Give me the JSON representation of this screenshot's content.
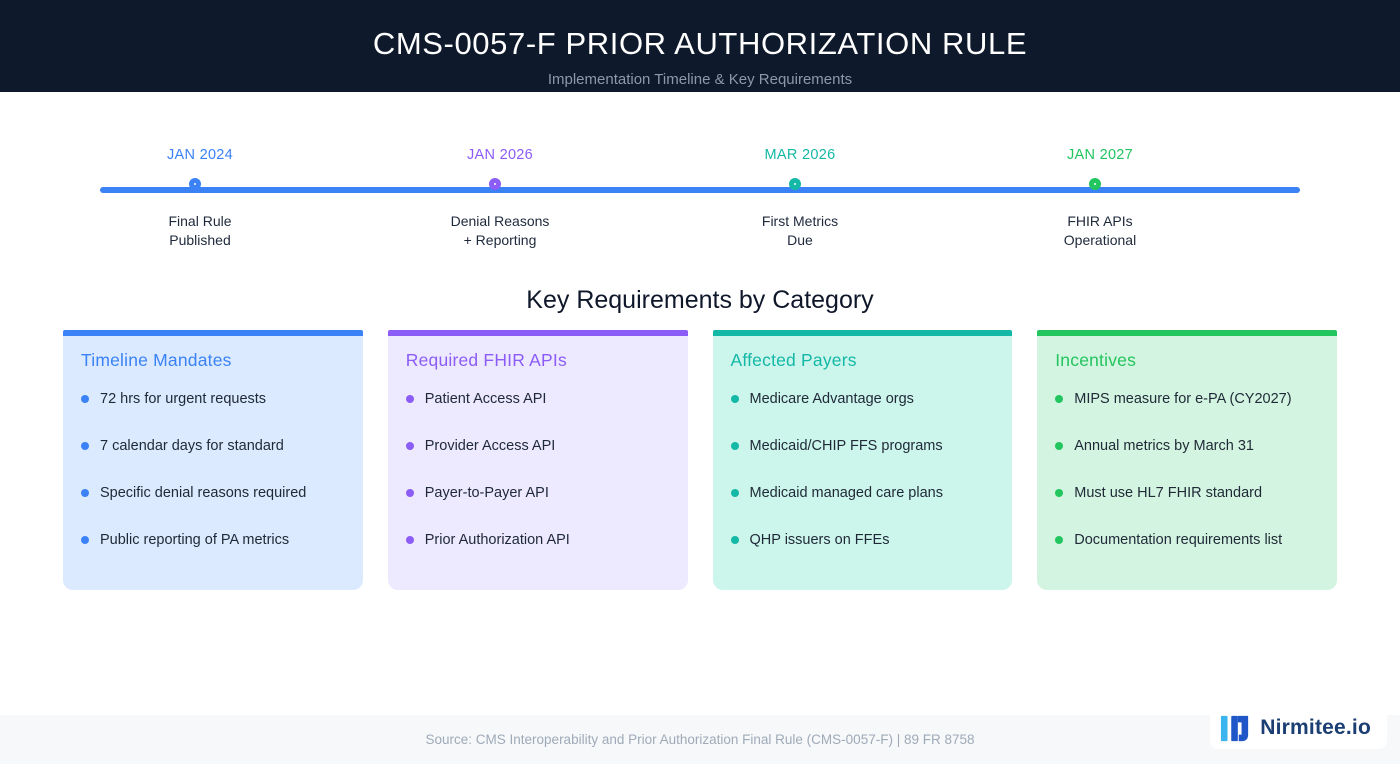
{
  "header": {
    "title": "CMS-0057-F PRIOR AUTHORIZATION RULE",
    "subtitle": "Implementation Timeline & Key Requirements",
    "bg_color": "#0e1a2b"
  },
  "timeline": {
    "line_color": "#3b82f6",
    "milestones": [
      {
        "date": "JAN 2024",
        "label": "Final Rule\nPublished",
        "color": "#3b82f6"
      },
      {
        "date": "JAN 2026",
        "label": "Denial Reasons\n+ Reporting",
        "color": "#8b5cf6"
      },
      {
        "date": "MAR 2026",
        "label": "First Metrics\nDue",
        "color": "#14b8a6"
      },
      {
        "date": "JAN 2027",
        "label": "FHIR APIs\nOperational",
        "color": "#22c55e"
      }
    ]
  },
  "section": {
    "title": "Key Requirements by Category"
  },
  "cards": [
    {
      "title": "Timeline Mandates",
      "accent": "#3b82f6",
      "bg": "#dbeafe",
      "items": [
        "72 hrs for urgent requests",
        "7 calendar days for standard",
        "Specific denial reasons required",
        "Public reporting of PA metrics"
      ]
    },
    {
      "title": "Required FHIR APIs",
      "accent": "#8b5cf6",
      "bg": "#ede9fe",
      "items": [
        "Patient Access API",
        "Provider Access API",
        "Payer-to-Payer API",
        "Prior Authorization API"
      ]
    },
    {
      "title": "Affected Payers",
      "accent": "#14b8a6",
      "bg": "#ccf5ec",
      "items": [
        "Medicare Advantage orgs",
        "Medicaid/CHIP FFS programs",
        "Medicaid managed care plans",
        "QHP issuers on FFEs"
      ]
    },
    {
      "title": "Incentives",
      "accent": "#22c55e",
      "bg": "#d3f4e0",
      "items": [
        "MIPS measure for e-PA (CY2027)",
        "Annual metrics by March 31",
        "Must use HL7 FHIR standard",
        "Documentation requirements list"
      ]
    }
  ],
  "footer": {
    "source": "Source: CMS Interoperability and Prior Authorization Final Rule (CMS-0057-F) | 89 FR 8758",
    "logo_text": "Nirmitee.io",
    "logo_cyan": "#3ab5f0",
    "logo_blue": "#1f56c8"
  }
}
